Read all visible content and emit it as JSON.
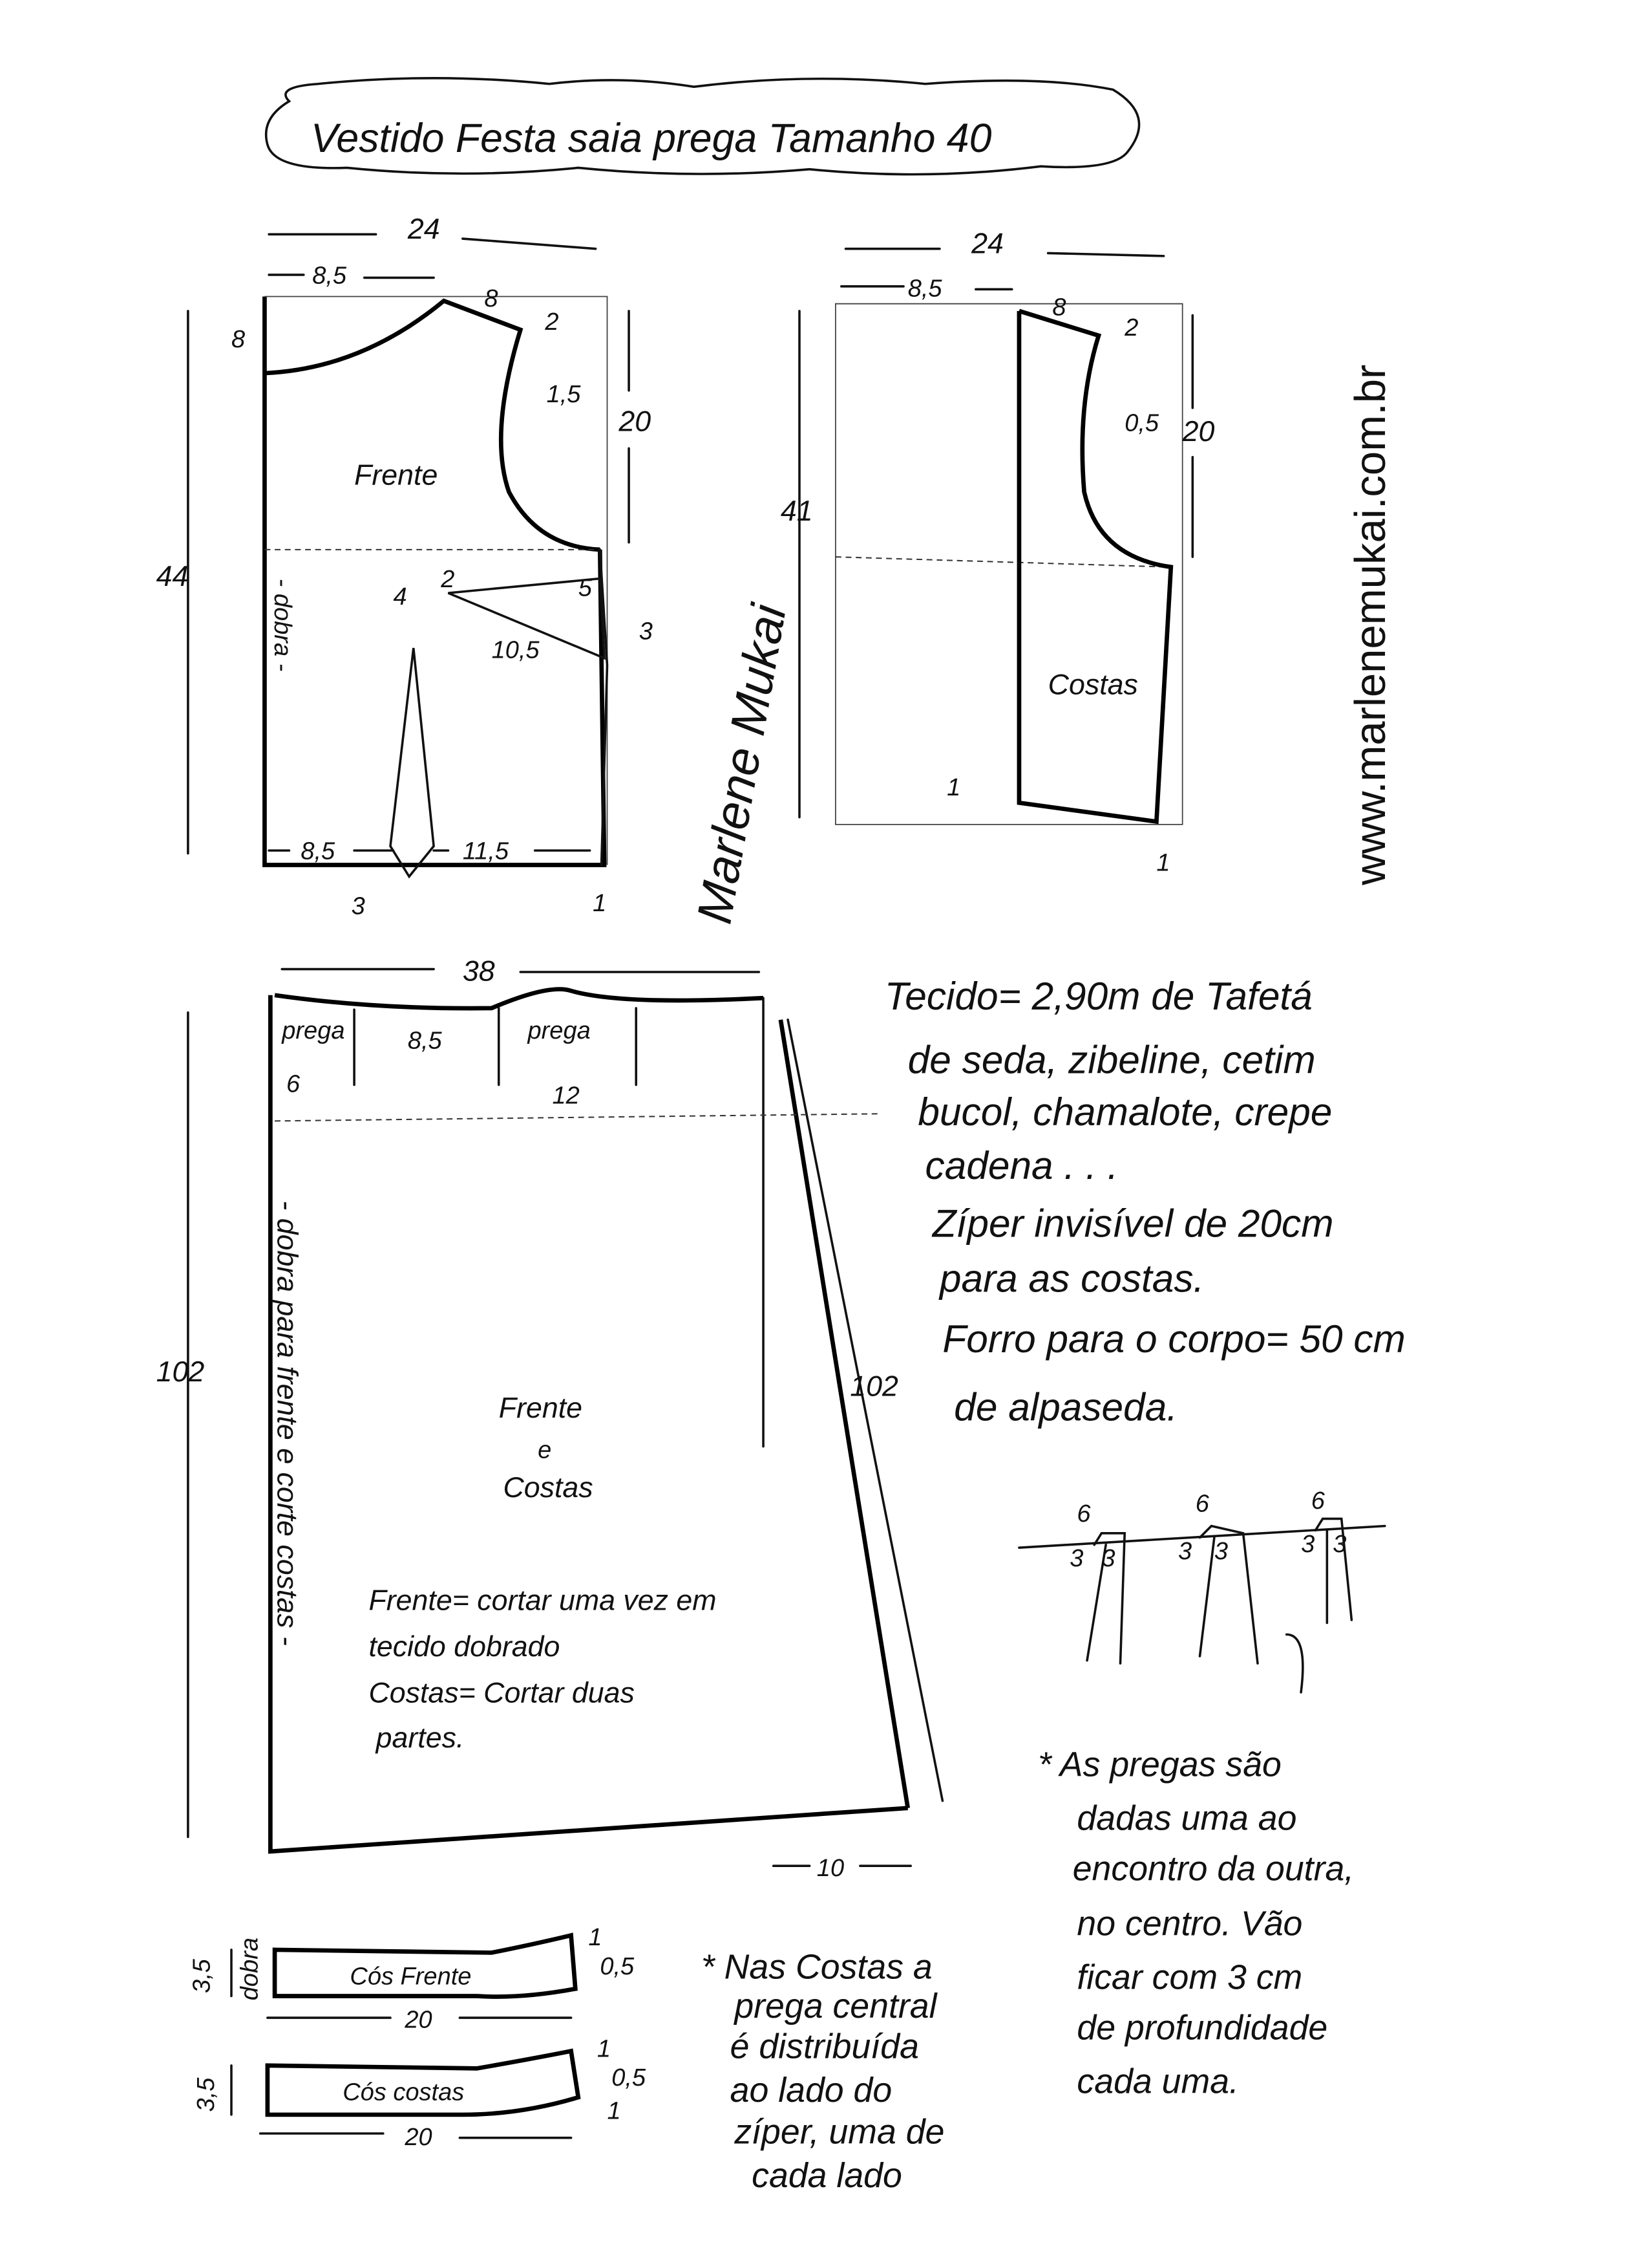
{
  "title": "Vestido Festa saia prega Tamanho 40",
  "watermark": "www.marlenemukai.com.br",
  "signature": "Marlene Mukai",
  "front_bodice": {
    "label": "Frente",
    "fold": "- dobra -",
    "m": {
      "width": "24",
      "neck_w": "8,5",
      "shoulder": "8",
      "shoulder_drop": "2",
      "neck_depth": "8",
      "armhole_depth": "20",
      "armhole_curve": "1,5",
      "length": "44",
      "dart_gap": "4",
      "side_dart_top": "2",
      "side_dart_side": "5",
      "side_dart_len": "10,5",
      "side_dart_3": "3",
      "hem_left": "8,5",
      "hem_right": "11,5",
      "dart_w": "3",
      "hem_1": "1"
    }
  },
  "back_bodice": {
    "label": "Costas",
    "m": {
      "width": "24",
      "neck_w": "8,5",
      "shoulder": "8",
      "shoulder_drop": "2",
      "armhole_curve": "0,5",
      "armhole_depth": "20",
      "length": "41",
      "hem_1a": "1",
      "hem_1b": "1"
    }
  },
  "skirt": {
    "label_1": "Frente",
    "label_2": "e",
    "label_3": "Costas",
    "fold": "- dobra para frente e corte costas -",
    "m": {
      "width": "38",
      "prega_1": "prega",
      "prega_1_val": "6",
      "gap": "8,5",
      "prega_2": "prega",
      "prega_2_val": "12",
      "left_len": "102",
      "right_len": "102",
      "flare": "10"
    },
    "cut_notes": [
      "Frente= cortar uma vez em",
      "tecido dobrado",
      "Costas= Cortar duas",
      "partes."
    ]
  },
  "materials": [
    "Tecido= 2,90m  de Tafetá",
    "de seda, zibeline, cetim",
    "bucol, chamalote, crepe",
    "cadena . . .",
    "Zíper invisível de 20cm",
    "para as costas.",
    "Forro para o corpo= 50 cm",
    "de alpaseda."
  ],
  "pleat_diagram": {
    "widths": [
      "6",
      "6",
      "6"
    ],
    "depths": [
      "3",
      "3",
      "3",
      "3",
      "3",
      "3"
    ]
  },
  "pleat_note": [
    "* As pregas são",
    "dadas uma ao",
    "encontro da outra,",
    "no centro. Vão",
    "ficar com 3 cm",
    "de profundidade",
    "cada uma."
  ],
  "waistbands": [
    {
      "label": "Cós Frente",
      "height": "3,5",
      "fold": "dobra",
      "length": "20",
      "rise": "1",
      "offset": "0,5"
    },
    {
      "label": "Cós costas",
      "height": "3,5",
      "length": "20",
      "rise": "1",
      "offset": "0,5",
      "drop": "1"
    }
  ],
  "back_note": [
    "* Nas Costas a",
    "prega central",
    "é distribuída",
    "ao lado do",
    "zíper, uma de",
    "cada lado"
  ]
}
